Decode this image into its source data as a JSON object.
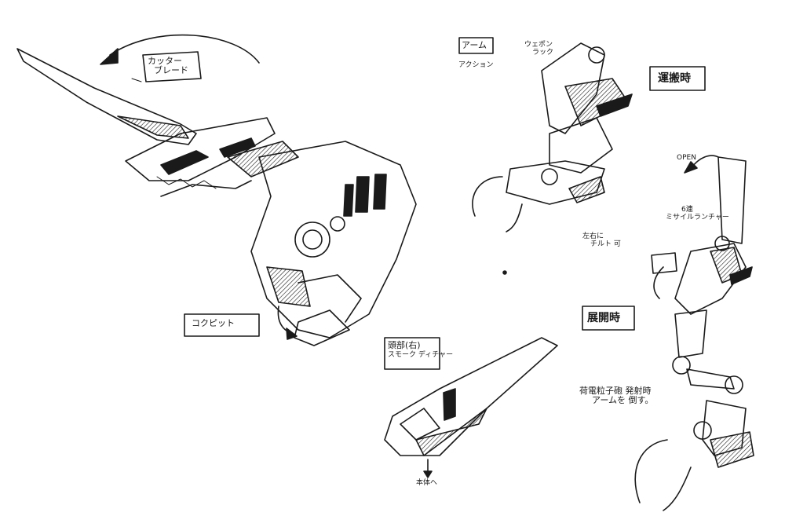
{
  "sheet": {
    "callouts": {
      "cutter_blade": {
        "line1": "カッター",
        "line2": "ブレード"
      },
      "cockpit": {
        "line1": "コクピット"
      },
      "arm_action": {
        "line1": "アーム",
        "line2": "アクション"
      },
      "weapon_rack": {
        "line1": "ウェポン",
        "line2": "ラック"
      },
      "transport_mode": {
        "line1": "運搬時"
      },
      "open": {
        "line1": "OPEN"
      },
      "missile_launcher": {
        "line1": "6連",
        "line2": "ミサイルランチャー"
      },
      "swing_chest_turn": {
        "line1": "左右に",
        "line2": "チルト 可"
      },
      "deployed_mode": {
        "line1": "展開時"
      },
      "head_right_shoulder": {
        "line1": "頭部(右)",
        "line2": "スモーク ディチャー"
      },
      "to_body": {
        "line1": "本体へ"
      },
      "weapon_note": {
        "line1": "荷電粒子砲 発射時",
        "line2": "アームを 倒す。"
      }
    }
  }
}
